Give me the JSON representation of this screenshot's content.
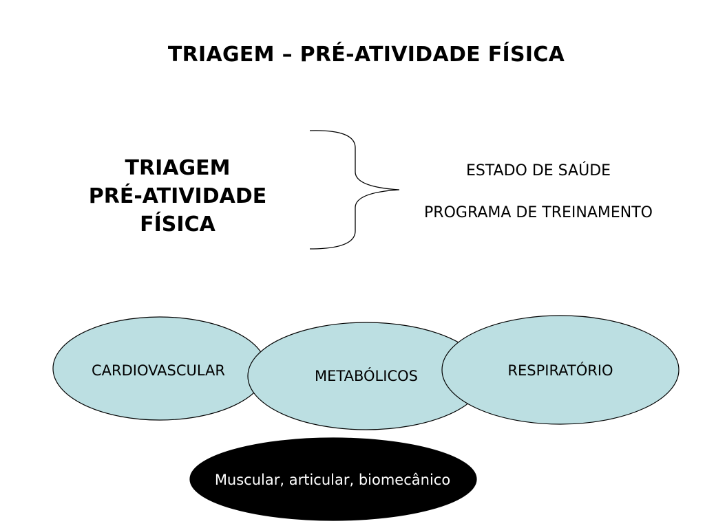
{
  "title": "TRIAGEM – PRÉ-ATIVIDADE FÍSICA",
  "left_block": {
    "lines": [
      "TRIAGEM",
      "PRÉ-ATIVIDADE",
      "FÍSICA"
    ]
  },
  "brace_items": [
    "ESTADO DE SAÚDE",
    "PROGRAMA DE TREINAMENTO"
  ],
  "ellipses": {
    "cardio": "CARDIOVASCULAR",
    "metab": "METABÓLICOS",
    "resp": "RESPIRATÓRIO",
    "muscular": "Muscular, articular, biomecânico"
  },
  "colors": {
    "ellipse_fill": "#bcdfe2",
    "ellipse_stroke": "#000000",
    "dark_ellipse_fill": "#000000",
    "dark_ellipse_text": "#ffffff"
  }
}
